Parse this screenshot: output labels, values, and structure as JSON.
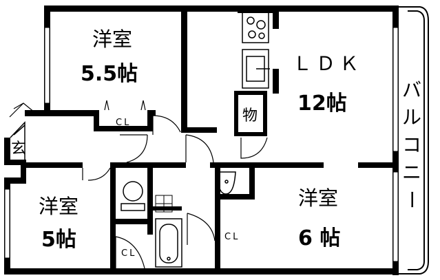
{
  "rooms": {
    "western_top_left": {
      "name": "洋室",
      "area": "5.5帖"
    },
    "ldk": {
      "name": "ＬＤＫ",
      "area": "12帖"
    },
    "western_bottom_left": {
      "name": "洋室",
      "area": "5帖"
    },
    "western_bottom_right": {
      "name": "洋室",
      "area": "6 帖"
    }
  },
  "labels": {
    "storage": "物",
    "entrance": "玄",
    "closet_top": "CL",
    "closet_bottom_left": "CL",
    "closet_right": "CL",
    "balcony": [
      "バ",
      "ル",
      "コ",
      "ニ",
      "ー"
    ]
  }
}
